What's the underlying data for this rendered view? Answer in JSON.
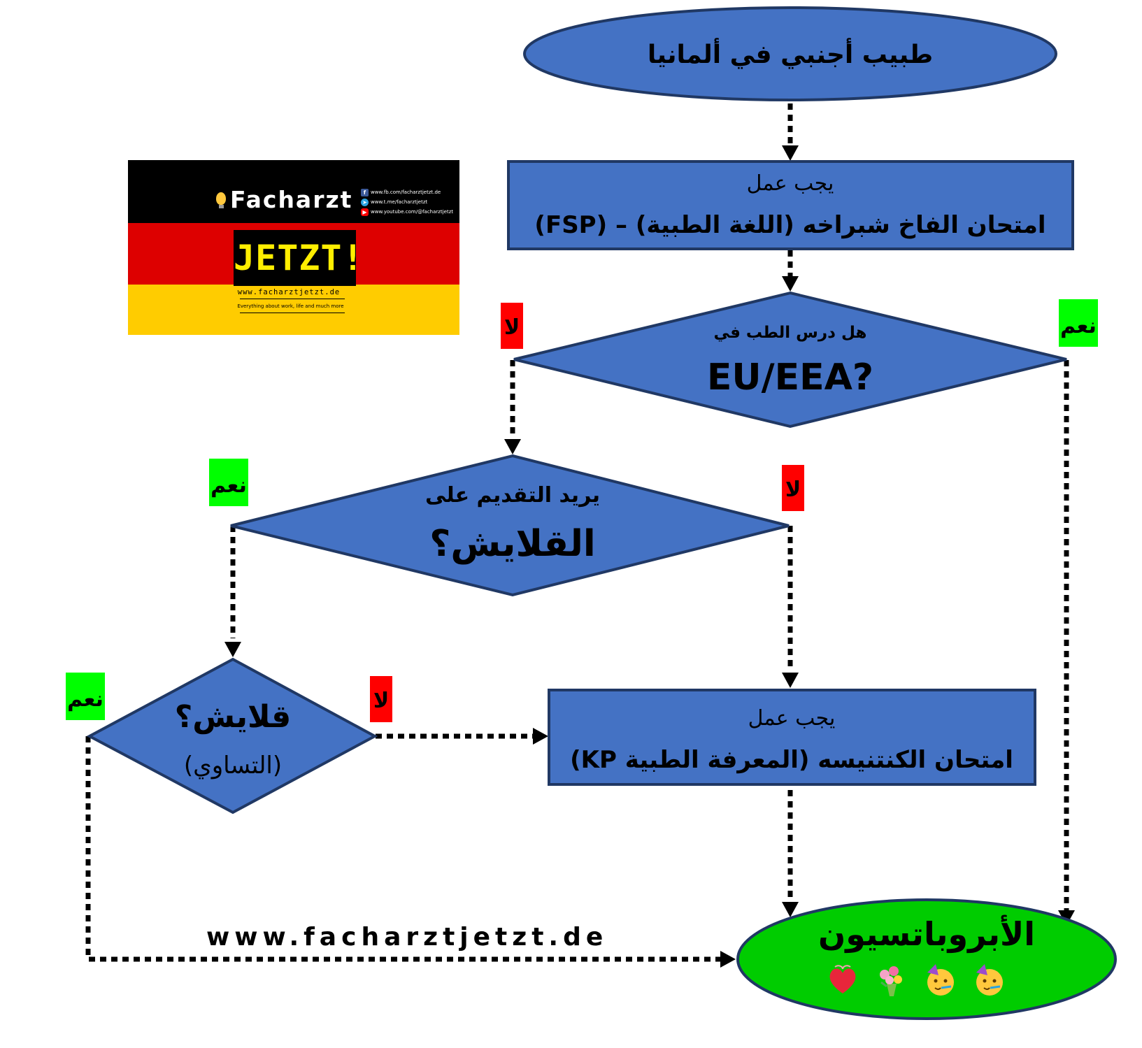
{
  "flowchart": {
    "start": {
      "label": "طبيب أجنبي في ألمانيا"
    },
    "fsp": {
      "line1": "يجب عمل",
      "line2": "امتحان الفاخ شبراخه (اللغة الطبية) – (FSP)"
    },
    "q_eu": {
      "line1": "هل درس الطب في",
      "line2": "EU/EEA?"
    },
    "q_apply": {
      "line1": "يريد التقديم على",
      "line2": "القلايش؟"
    },
    "q_equiv": {
      "line1": "قلايش؟",
      "line2": "(التساوي)"
    },
    "kp": {
      "line1": "يجب عمل",
      "line2": "امتحان  الكنتنيسه (المعرفة الطبية KP)"
    },
    "end": {
      "label": "الأبروباتسيون"
    },
    "labels": {
      "yes": "نعم",
      "no": "لا"
    }
  },
  "footer": {
    "url": "www.facharztjetzt.de"
  },
  "logo": {
    "brand": "Facharzt",
    "badge": "JETZT!",
    "website": "www.facharztjetzt.de",
    "slogan": "Everything about work, life and much more",
    "social": [
      "www.fb.com/facharztjetzt.de",
      "www.t.me/facharztjetzt",
      "www.youtube.com/@facharztjetzt"
    ]
  },
  "colors": {
    "node_fill": "#4472c4",
    "node_stroke": "#203864",
    "end_fill": "#00cc00",
    "yes_tag": "#00ff00",
    "no_tag": "#ff0000",
    "flag_black": "#000000",
    "flag_red": "#dd0000",
    "flag_gold": "#ffcc00",
    "badge_text": "#ffee00"
  },
  "icons": [
    "lightbulb-icon",
    "facebook-icon",
    "telegram-icon",
    "youtube-icon",
    "heart-icon",
    "bouquet-icon",
    "party-face-icon"
  ]
}
